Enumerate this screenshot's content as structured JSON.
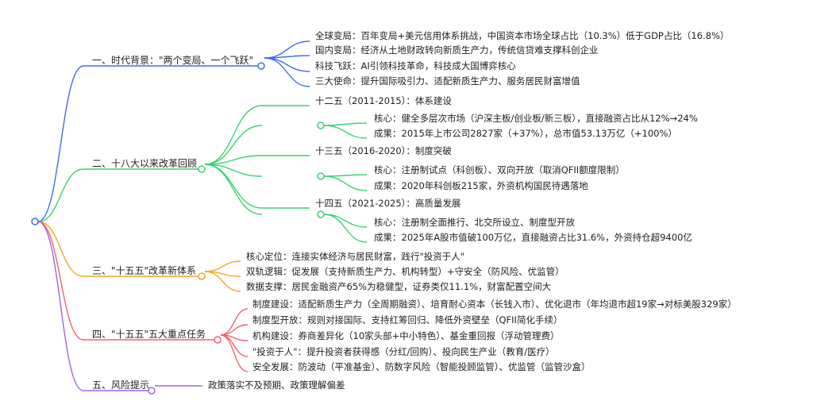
{
  "colors": {
    "b1": "#3d6ff2",
    "b2": "#3cd273",
    "b3": "#f5a623",
    "b4": "#f2636b",
    "b5": "#a063e0"
  },
  "branches": [
    {
      "label": "一、时代背景：\"两个变局、一个飞跃\"",
      "children": [
        "全球变局：百年变局+美元信用体系挑战，中国资本市场全球占比（10.3%）低于GDP占比（16.8%）",
        "国内变局：经济从土地财政转向新质生产力，传统信贷难支撑科创企业",
        "科技飞跃：AI引领科技革命，科技成大国博弈核心",
        "三大使命：提升国际吸引力、适配新质生产力、服务居民财富增值"
      ]
    },
    {
      "label": "二、十八大以来改革回顾",
      "periods": [
        {
          "label": "十二五（2011-2015）：体系建设",
          "children": [
            "核心：健全多层次市场（沪深主板/创业板/新三板），直接融资占比从12%→24%",
            "成果：2015年上市公司2827家（+37%），总市值53.13万亿（+100%）"
          ]
        },
        {
          "label": "十三五（2016-2020）：制度突破",
          "children": [
            "核心：注册制试点（科创板）、双向开放（取消QFII额度限制）",
            "成果：2020年科创板215家，外资机构国民待遇落地"
          ]
        },
        {
          "label": "十四五（2021-2025）：高质量发展",
          "children": [
            "核心：注册制全面推行、北交所设立、制度型开放",
            "成果：2025年A股市值破100万亿，直接融资占比31.6%，外资持仓超9400亿"
          ]
        }
      ]
    },
    {
      "label": "三、\"十五五\"改革新体系",
      "children": [
        "核心定位：连接实体经济与居民财富，践行\"投资于人\"",
        "双轨逻辑：促发展（支持新质生产力、机构转型）+守安全（防风险、优监管）",
        "数据支撑：居民金融资产65%为稳健型，证券类仅11.1%，财富配置空间大"
      ]
    },
    {
      "label": "四、\"十五五\"五大重点任务",
      "children": [
        "制度建设：适配新质生产力（全周期融资）、培育耐心资本（长钱入市）、优化退市（年均退市超19家→对标美股329家）",
        "制度型开放：规则对接国际、支持红筹回归、降低外资壁垒（QFII简化手续）",
        "机构建设：券商差异化（10家头部+中小特色）、基金重回报（浮动管理费）",
        "\"投资于人\"：提升投资者获得感（分红/回购）、投向民生产业（教育/医疗）",
        "安全发展：防波动（平准基金）、防数字风险（智能投顾监管）、优监管（监管沙盒）"
      ]
    },
    {
      "label": "五、风险提示",
      "children": [
        "政策落实不及预期、政策理解偏差"
      ]
    }
  ]
}
